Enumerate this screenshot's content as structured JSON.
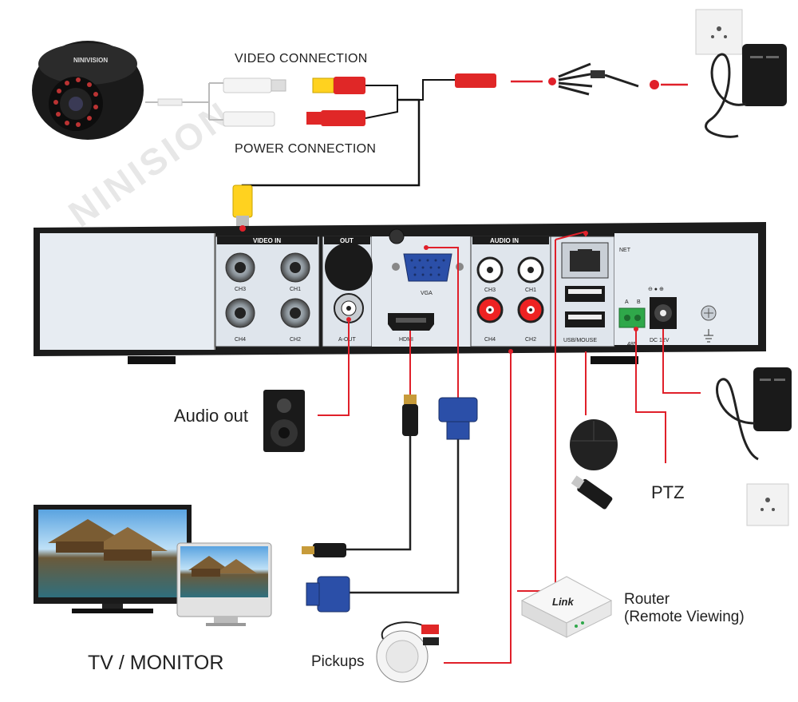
{
  "watermark": "NINISION",
  "camera": {
    "brand": "NINIVISION"
  },
  "labels": {
    "video_connection": "VIDEO CONNECTION",
    "power_connection": "POWER CONNECTION",
    "audio_out": "Audio out",
    "ptz": "PTZ",
    "router_line1": "Router",
    "router_line2": "(Remote Viewing)",
    "tv_monitor": "TV / MONITOR",
    "pickups": "Pickups"
  },
  "dvr_panel": {
    "video_in": "VIDEO IN",
    "out_label": "OUT",
    "audio_in": "AUDIO IN",
    "vga": "VGA",
    "hdmi": "HDMI",
    "net": "NET",
    "usb_mouse": "USB/MOUSE",
    "rs485": "485",
    "a_label": "A",
    "b_label": "B",
    "dc12v": "DC 12V",
    "a_out": "A-OUT",
    "ch1": "CH1",
    "ch2": "CH2",
    "ch3": "CH3",
    "ch4": "CH4"
  },
  "router": {
    "brand": "Link"
  },
  "colors": {
    "wire": "#e0202a",
    "panel": "#e8edf3",
    "chassis": "#1c1c1c"
  }
}
